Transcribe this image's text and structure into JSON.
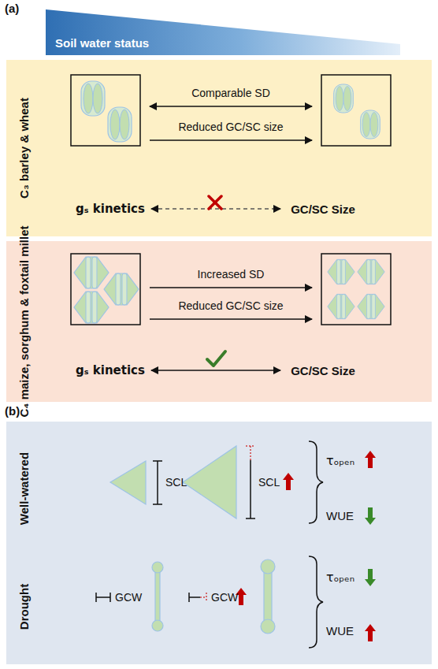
{
  "diagram": {
    "nodes": [
      {
        "text": [
          "Soil water status"
        ]
      },
      {
        "text": [
          "C₃ barley & wheat"
        ]
      },
      {
        "text": [
          "C₄ maize, sorghum & foxtail millet"
        ]
      },
      {
        "text": [
          "Well-watered",
          "Drought"
        ]
      }
    ],
    "labels": [
      "(a)",
      "Comparable SD",
      "Reduced GC/SC size",
      "gₛ kinetics",
      "GC/SC Size",
      "Increased SD",
      "Reduced GC/SC size",
      "gₛ kinetics",
      "GC/SC Size",
      "(b)",
      "SCL",
      "SCL",
      "τₒₚₑₙ",
      "WUE",
      "GCW",
      "GCW",
      "τₒₚₑₙ",
      "WUE"
    ]
  }
}
